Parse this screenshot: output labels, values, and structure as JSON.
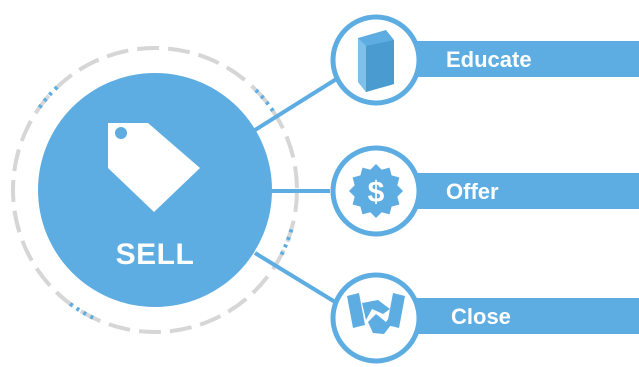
{
  "colors": {
    "primary": "#5dade2",
    "dash_gray": "#d6d6d6",
    "background": "#ffffff",
    "text": "#ffffff"
  },
  "center": {
    "label": "SELL",
    "icon": "price-tag-icon"
  },
  "branches": [
    {
      "label": "Educate",
      "icon": "book-icon"
    },
    {
      "label": "Offer",
      "icon": "dollar-badge-icon"
    },
    {
      "label": "Close",
      "icon": "handshake-icon"
    }
  ]
}
